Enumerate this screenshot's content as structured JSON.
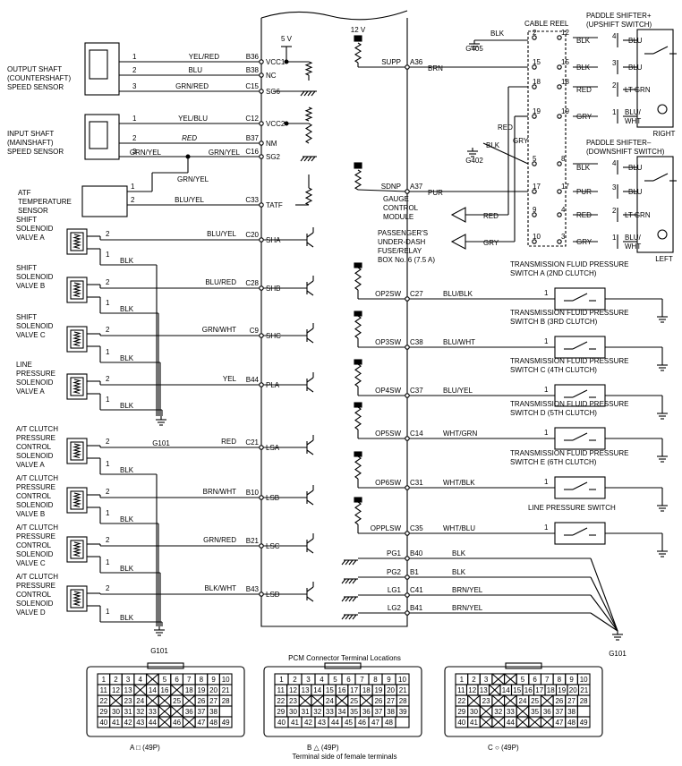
{
  "pcm_pins_left": [
    {
      "pin": "B36",
      "sig": "VCC1",
      "wire": "YEL/RED"
    },
    {
      "pin": "B38",
      "sig": "NC",
      "wire": "BLU"
    },
    {
      "pin": "C15",
      "sig": "SG6",
      "wire": "GRN/RED"
    },
    {
      "pin": "C12",
      "sig": "VCC2",
      "wire": "YEL/BLU"
    },
    {
      "pin": "B37",
      "sig": "NM",
      "wire": "RED"
    },
    {
      "pin": "C16",
      "sig": "SG2",
      "wire": "GRN/YEL"
    },
    {
      "pin": "C33",
      "sig": "TATF",
      "wire": "BLU/YEL"
    },
    {
      "pin": "C20",
      "sig": "SHA",
      "wire": "BLU/YEL"
    },
    {
      "pin": "C28",
      "sig": "SHB",
      "wire": "BLU/RED"
    },
    {
      "pin": "C9",
      "sig": "SHC",
      "wire": "GRN/WHT"
    },
    {
      "pin": "B44",
      "sig": "PLA",
      "wire": "YEL"
    },
    {
      "pin": "C21",
      "sig": "LSA",
      "wire": "RED"
    },
    {
      "pin": "B10",
      "sig": "LSB",
      "wire": "BRN/WHT"
    },
    {
      "pin": "B21",
      "sig": "LSC",
      "wire": "GRN/RED"
    },
    {
      "pin": "B43",
      "sig": "LSD",
      "wire": "BLK/WHT"
    }
  ],
  "pcm_pins_right": [
    {
      "pin": "A36",
      "sig": "SUPP",
      "wire": "BRN"
    },
    {
      "pin": "A37",
      "sig": "SDNP",
      "wire": "PUR"
    },
    {
      "pin": "C27",
      "sig": "OP2SW",
      "wire": "BLU/BLK"
    },
    {
      "pin": "C38",
      "sig": "OP3SW",
      "wire": "BLU/WHT"
    },
    {
      "pin": "C37",
      "sig": "OP4SW",
      "wire": "BLU/YEL"
    },
    {
      "pin": "C14",
      "sig": "OP5SW",
      "wire": "WHT/GRN"
    },
    {
      "pin": "C31",
      "sig": "OP6SW",
      "wire": "WHT/BLK"
    },
    {
      "pin": "C35",
      "sig": "OPPLSW",
      "wire": "WHT/BLU"
    },
    {
      "pin": "B40",
      "sig": "PG1",
      "wire": "BLK"
    },
    {
      "pin": "B1",
      "sig": "PG2",
      "wire": "BLK"
    },
    {
      "pin": "C41",
      "sig": "LG1",
      "wire": "BRN/YEL"
    },
    {
      "pin": "B41",
      "sig": "LG2",
      "wire": "BRN/YEL"
    }
  ],
  "supply": {
    "v5": "5 V",
    "v12": "12 V"
  },
  "sensors": {
    "output_shaft": [
      "OUTPUT SHAFT",
      "(COUNTERSHAFT)",
      "SPEED SENSOR"
    ],
    "input_shaft": [
      "INPUT SHAFT",
      "(MAINSHAFT)",
      "SPEED SENSOR"
    ],
    "atf": [
      "ATF",
      "TEMPERATURE",
      "SENSOR"
    ],
    "atf_joint_wire": "GRN/YEL"
  },
  "solenoids": [
    [
      "SHIFT",
      "SOLENOID",
      "VALVE A"
    ],
    [
      "SHIFT",
      "SOLENOID",
      "VALVE B"
    ],
    [
      "SHIFT",
      "SOLENOID",
      "VALVE C"
    ],
    [
      "LINE",
      "PRESSURE",
      "SOLENOID",
      "VALVE A"
    ],
    [
      "A/T CLUTCH",
      "PRESSURE",
      "CONTROL",
      "SOLENOID",
      "VALVE A"
    ],
    [
      "A/T CLUTCH",
      "PRESSURE",
      "CONTROL",
      "SOLENOID",
      "VALVE B"
    ],
    [
      "A/T CLUTCH",
      "PRESSURE",
      "CONTROL",
      "SOLENOID",
      "VALVE C"
    ],
    [
      "A/T CLUTCH",
      "PRESSURE",
      "CONTROL",
      "SOLENOID",
      "VALVE D"
    ]
  ],
  "ground_wire": "BLK",
  "grounds": {
    "g101": "G101",
    "g405": "G405",
    "g402": "G402"
  },
  "cable_reel": {
    "title": "CABLE REEL"
  },
  "paddle_up": {
    "title": [
      "PADDLE SHIFTER+",
      "(UPSHIFT SWITCH)"
    ],
    "side": "RIGHT"
  },
  "paddle_down": {
    "title": [
      "PADDLE SHIFTER–",
      "(DOWNSHIFT SWITCH)"
    ],
    "side": "LEFT"
  },
  "paddle_wires": {
    "lt_grn": "LT GRN",
    "gry": "GRY",
    "blu_wht": [
      "BLU/",
      "WHT"
    ],
    "red": "RED",
    "gry2": "GRY",
    "blu": "BLU",
    "blk": "BLK",
    "pur": "PUR",
    "brn": "BRN"
  },
  "gauge_module": [
    "GAUGE",
    "CONTROL",
    "MODULE"
  ],
  "fuse_box": [
    "PASSENGER'S",
    "UNDER-DASH",
    "FUSE/RELAY",
    "BOX No. 6 (7.5 A)"
  ],
  "pressure_switches": [
    [
      "TRANSMISSION FLUID PRESSURE",
      "SWITCH A (2ND CLUTCH)"
    ],
    [
      "TRANSMISSION FLUID PRESSURE",
      "SWITCH B (3RD CLUTCH)"
    ],
    [
      "TRANSMISSION FLUID PRESSURE",
      "SWITCH C (4TH CLUTCH)"
    ],
    [
      "TRANSMISSION FLUID PRESSURE",
      "SWITCH D (5TH CLUTCH)"
    ],
    [
      "TRANSMISSION FLUID PRESSURE",
      "SWITCH E (6TH CLUTCH)"
    ],
    [
      "LINE PRESSURE SWITCH"
    ]
  ],
  "connectors": {
    "title": "PCM Connector Terminal Locations",
    "footer": "Terminal side of female terminals",
    "items": [
      {
        "label": "A □ (49P)",
        "rows": [
          [
            "1",
            "2",
            "3",
            "4",
            "",
            "5",
            "6",
            "7",
            "8",
            "9",
            "10"
          ],
          [
            "11",
            "12",
            "13",
            "",
            "14",
            "16",
            "",
            "18",
            "19",
            "20",
            "21"
          ],
          [
            "22",
            "",
            "23",
            "24",
            "",
            "",
            "25",
            "",
            "26",
            "27",
            "28"
          ],
          [
            "29",
            "30",
            "31",
            "32",
            "33",
            "",
            "",
            "36",
            "37",
            "38",
            " "
          ],
          [
            "40",
            "41",
            "42",
            "43",
            "44",
            "",
            "46",
            "",
            "47",
            "48",
            "49"
          ]
        ]
      },
      {
        "label": "B △ (49P)",
        "rows": [
          [
            "1",
            "2",
            "3",
            "4",
            "5",
            "6",
            "7",
            "8",
            "9",
            "10"
          ],
          [
            "11",
            "12",
            "13",
            "14",
            "15",
            "16",
            "17",
            "18",
            "19",
            "20",
            "21"
          ],
          [
            "22",
            "23",
            "",
            "",
            "24",
            "",
            "25",
            "",
            "26",
            "27",
            "28"
          ],
          [
            "29",
            "30",
            "31",
            "32",
            "33",
            "34",
            "35",
            "36",
            "37",
            "38",
            "39"
          ],
          [
            "40",
            "41",
            "42",
            "43",
            "44",
            "45",
            "46",
            "47",
            "48",
            " "
          ]
        ]
      },
      {
        "label": "C ○ (49P)",
        "rows": [
          [
            "1",
            "2",
            "3",
            "",
            "",
            "5",
            "6",
            "7",
            "8",
            "9",
            "10"
          ],
          [
            "11",
            "12",
            "13",
            "",
            "14",
            "15",
            "16",
            "17",
            "18",
            "19",
            "20",
            "21"
          ],
          [
            "22",
            "",
            "23",
            "",
            "",
            "24",
            "25",
            "",
            "26",
            "27",
            "28"
          ],
          [
            "29",
            "30",
            "",
            "32",
            "33",
            "",
            "35",
            "36",
            "37",
            "38",
            " "
          ],
          [
            "40",
            "41",
            "",
            "",
            "44",
            "",
            "",
            "",
            "47",
            "48",
            "49"
          ]
        ]
      }
    ]
  }
}
